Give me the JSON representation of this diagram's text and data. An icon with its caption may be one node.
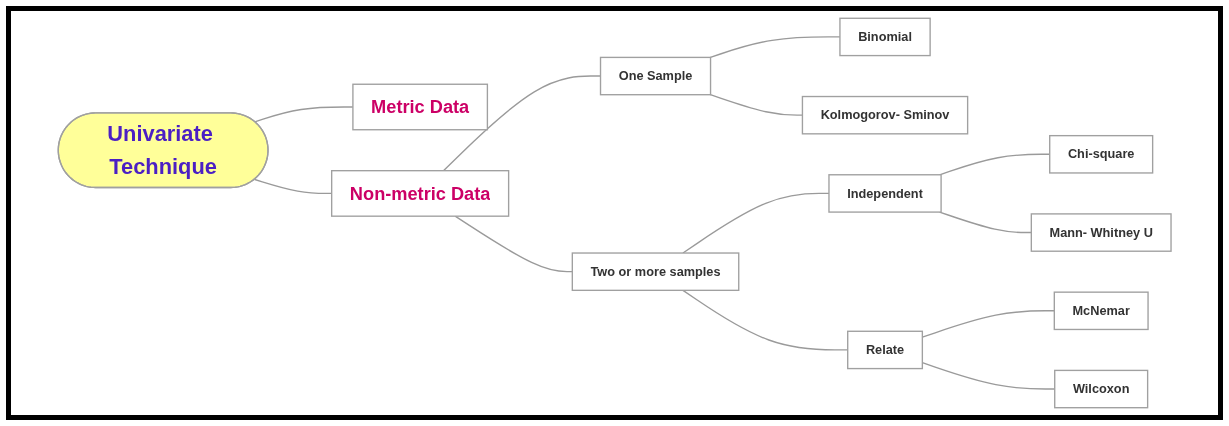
{
  "diagram": {
    "nodes": [
      {
        "text": [
          "Univariate Technique"
        ]
      },
      {
        "text": [
          "Metric Data"
        ]
      },
      {
        "text": [
          "Non-metric Data"
        ]
      },
      {
        "text": [
          "One Sample"
        ]
      },
      {
        "text": [
          "Two or more samples"
        ]
      },
      {
        "text": [
          "Binomial"
        ]
      },
      {
        "text": [
          "Kolmogorov- Sminov"
        ]
      },
      {
        "text": [
          "Independent"
        ]
      },
      {
        "text": [
          "Relate"
        ]
      },
      {
        "text": [
          "Chi-square"
        ]
      },
      {
        "text": [
          "Mann- Whitney U"
        ]
      },
      {
        "text": [
          "McNemar"
        ]
      },
      {
        "text": [
          "Wilcoxon"
        ]
      }
    ],
    "edges": [
      {
        "from": 0,
        "to": 1,
        "arrow": "none"
      },
      {
        "from": 0,
        "to": 2,
        "arrow": "none"
      },
      {
        "from": 2,
        "to": 3,
        "arrow": "none"
      },
      {
        "from": 2,
        "to": 4,
        "arrow": "none"
      },
      {
        "from": 3,
        "to": 5,
        "arrow": "none"
      },
      {
        "from": 3,
        "to": 6,
        "arrow": "none"
      },
      {
        "from": 4,
        "to": 7,
        "arrow": "none"
      },
      {
        "from": 4,
        "to": 8,
        "arrow": "none"
      },
      {
        "from": 7,
        "to": 9,
        "arrow": "none"
      },
      {
        "from": 7,
        "to": 10,
        "arrow": "none"
      },
      {
        "from": 8,
        "to": 11,
        "arrow": "none"
      },
      {
        "from": 8,
        "to": 12,
        "arrow": "none"
      }
    ]
  }
}
